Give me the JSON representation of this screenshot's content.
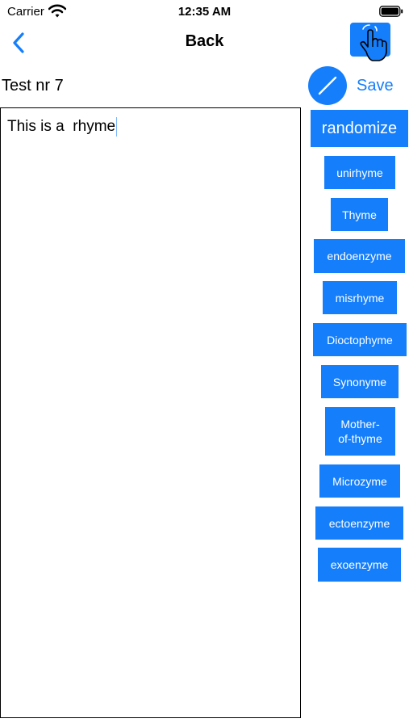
{
  "status_bar": {
    "carrier": "Carrier",
    "time": "12:35 AM"
  },
  "nav": {
    "title": "Back"
  },
  "editor_header": {
    "title": "Test nr 7",
    "save_label": "Save"
  },
  "editor": {
    "text": "This is a  rhyme"
  },
  "suggestions": {
    "randomize_label": "randomize",
    "words": [
      "unirhyme",
      "Thyme",
      "endoenzyme",
      "misrhyme",
      "Dioctophyme",
      "Synonyme",
      "Mother-\nof-thyme",
      "Microzyme",
      "ectoenzyme",
      "exoenzyme"
    ]
  },
  "colors": {
    "accent": "#157efb",
    "background": "#ffffff"
  }
}
